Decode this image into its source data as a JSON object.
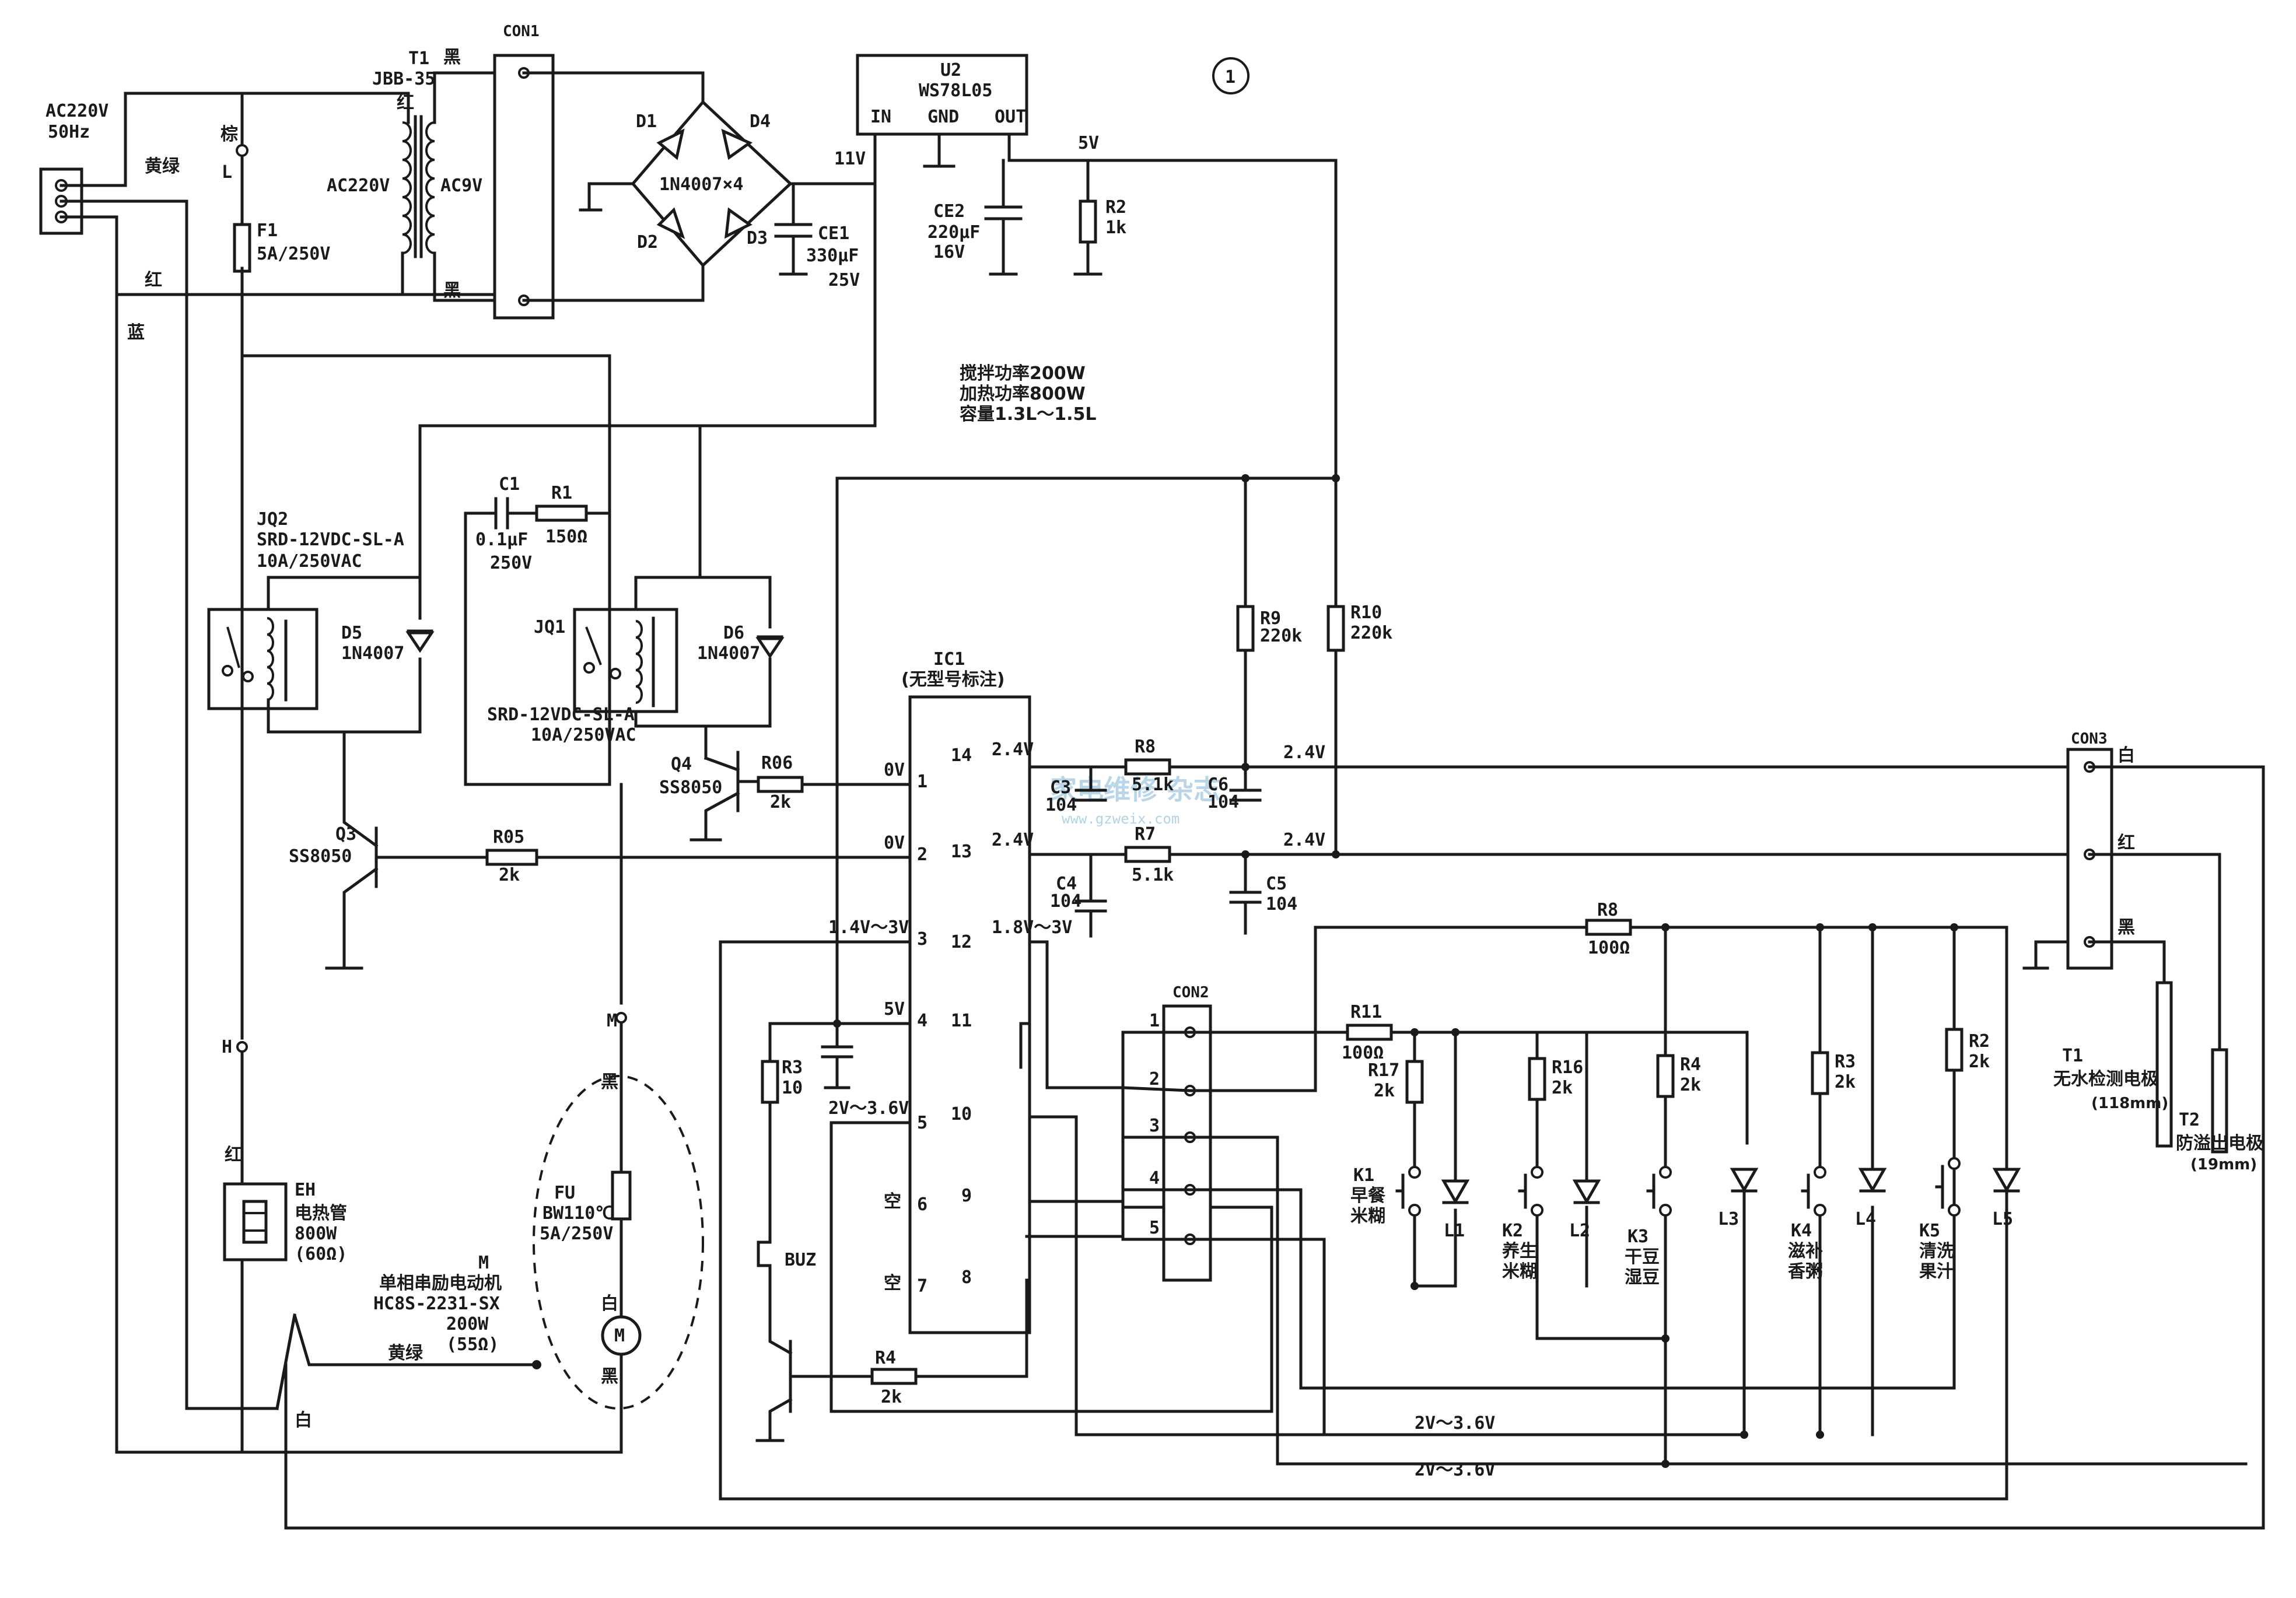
{
  "page_number": "1",
  "specs": {
    "line1": "搅拌功率200W",
    "line2": "加热功率800W",
    "line3": "容量1.3L～1.5L"
  },
  "watermark": {
    "main": "家电维修 杂志",
    "url": "www.gzweix.com"
  },
  "power": {
    "input": "AC220V",
    "freq": "50Hz",
    "wire_brown": "棕",
    "wire_L": "L",
    "wire_yg": "黄绿",
    "wire_red": "红",
    "wire_blue": "蓝",
    "wire_black": "黑",
    "fuse_ref": "F1",
    "fuse_val": "5A/250V",
    "t1_ref": "T1",
    "t1_model": "JBB-35",
    "t1_pri": "AC220V",
    "t1_sec": "AC9V",
    "con1": "CON1",
    "bridge": "1N4007×4",
    "d1": "D1",
    "d2": "D2",
    "d3": "D3",
    "d4": "D4",
    "ce1_ref": "CE1",
    "ce1_val": "330μF",
    "ce1_v": "25V",
    "v11": "11V",
    "v5": "5V",
    "u2_ref": "U2",
    "u2_model": "WS78L05",
    "u2_in": "IN",
    "u2_gnd": "GND",
    "u2_out": "OUT",
    "ce2_ref": "CE2",
    "ce2_val": "220μF",
    "ce2_v": "16V",
    "r2_ref": "R2",
    "r2_val": "1k"
  },
  "relays": {
    "jq2_ref": "JQ2",
    "jq2_model": "SRD-12VDC-SL-A",
    "jq2_rating": "10A/250VAC",
    "d5_ref": "D5",
    "d5_model": "1N4007",
    "jq1_ref": "JQ1",
    "jq1_model": "SRD-12VDC-SL-A",
    "jq1_rating": "10A/250VAC",
    "d6_ref": "D6",
    "d6_model": "1N4007",
    "c1_ref": "C1",
    "c1_val": "0.1μF",
    "c1_v": "250V",
    "r1_ref": "R1",
    "r1_val": "150Ω",
    "q3_ref": "Q3",
    "q3_model": "SS8050",
    "q4_ref": "Q4",
    "q4_model": "SS8050",
    "r05_ref": "R05",
    "r05_val": "2k",
    "r06_ref": "R06",
    "r06_val": "2k"
  },
  "loads": {
    "eh_ref": "EH",
    "eh_name": "电热管",
    "eh_w": "800W",
    "eh_r": "(60Ω)",
    "eh_H": "H",
    "eh_red": "红",
    "motor_ref": "M",
    "motor_name": "单相串励电动机",
    "motor_model": "HC8S-2231-SX",
    "motor_w": "200W",
    "motor_r": "(55Ω)",
    "fu_ref": "FU",
    "fu_model": "BW110℃",
    "fu_val": "5A/250V",
    "motor_m": "M",
    "wire_black": "黑",
    "wire_white": "白",
    "wire_yg": "黄绿",
    "wire_white2": "白"
  },
  "ic": {
    "ref": "IC1",
    "note": "(无型号标注)",
    "pins": [
      "1",
      "2",
      "3",
      "4",
      "5",
      "6",
      "7",
      "8",
      "9",
      "10",
      "11",
      "12",
      "13",
      "14"
    ],
    "v_p1": "0V",
    "v_p2": "0V",
    "v_p3": "1.4V～3V",
    "v_p4": "5V",
    "v_p5": "2V～3.6V",
    "v_p6": "空",
    "v_p7": "空",
    "v_p12": "1.8V～3V",
    "v_p13": "2.4V",
    "v_p14": "2.4V",
    "v_r13": "2.4V",
    "v_r14": "2.4V"
  },
  "sense": {
    "r8a_ref": "R8",
    "r8a_val": "5.1k",
    "r7_ref": "R7",
    "r7_val": "5.1k",
    "c3_ref": "C3",
    "c3_val": "104",
    "c4_ref": "C4",
    "c4_val": "104",
    "c5_ref": "C5",
    "c5_val": "104",
    "c6_ref": "C6",
    "c6_val": "104",
    "r9_ref": "R9",
    "r9_val": "220k",
    "r10_ref": "R10",
    "r10_val": "220k",
    "r3b_ref": "R3",
    "r3b_val": "10",
    "buz": "BUZ",
    "r4b_ref": "R4",
    "r4b_val": "2k",
    "con3": "CON3",
    "c3_white": "白",
    "c3_red": "红",
    "c3_black": "黑",
    "t1_ref": "T1",
    "t1_name": "无水检测电极",
    "t1_len": "(118mm)",
    "t2_ref": "T2",
    "t2_name": "防溢出电极",
    "t2_len": "(19mm)"
  },
  "panel": {
    "con2": "CON2",
    "con2_pins": [
      "1",
      "2",
      "3",
      "4",
      "5"
    ],
    "r8_ref": "R8",
    "r8_val": "100Ω",
    "r11_ref": "R11",
    "r11_val": "100Ω",
    "r17_ref": "R17",
    "r17_val": "2k",
    "r16_ref": "R16",
    "r16_val": "2k",
    "r4_ref": "R4",
    "r4_val": "2k",
    "r3_ref": "R3",
    "r3_val": "2k",
    "r2_ref": "R2",
    "r2_val": "2k",
    "k1": "K1",
    "k1_a": "早餐",
    "k1_b": "米糊",
    "k2": "K2",
    "k2_a": "养生",
    "k2_b": "米糊",
    "k3": "K3",
    "k3_a": "干豆",
    "k3_b": "湿豆",
    "k4": "K4",
    "k4_a": "滋补",
    "k4_b": "香粥",
    "k5": "K5",
    "k5_a": "清洗",
    "k5_b": "果汁",
    "l1": "L1",
    "l2": "L2",
    "l3": "L3",
    "l4": "L4",
    "l5": "L5",
    "bus1": "2V～3.6V",
    "bus2": "2V～3.6V"
  }
}
